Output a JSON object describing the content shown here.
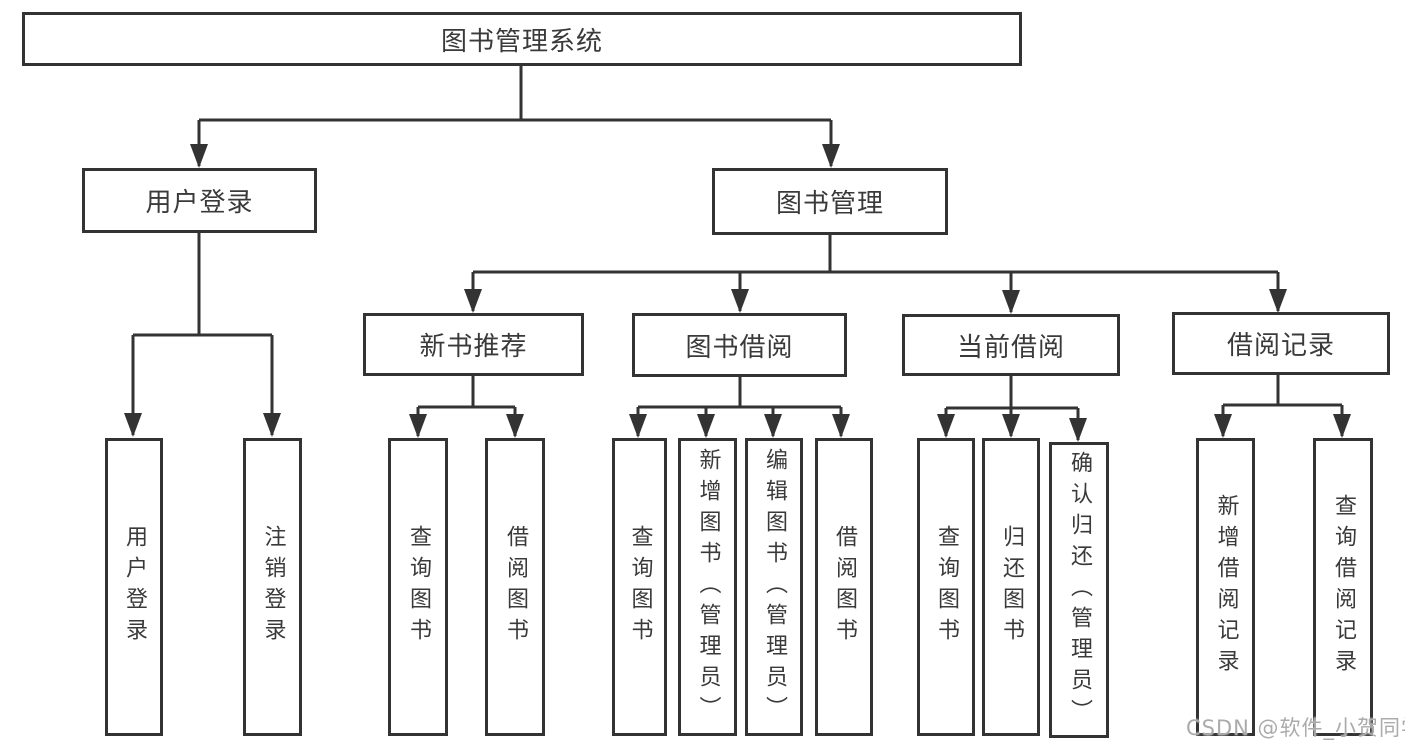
{
  "colors": {
    "line": "#333333",
    "text": "#3a3a3a",
    "background": "#ffffff",
    "watermark": "#ababab"
  },
  "watermark": "CSDN @软件_小贺同学",
  "tree": {
    "label": "图书管理系统",
    "children": [
      {
        "label": "用户登录",
        "children": [
          {
            "label": "用户登录"
          },
          {
            "label": "注销登录"
          }
        ]
      },
      {
        "label": "图书管理",
        "children": [
          {
            "label": "新书推荐",
            "children": [
              {
                "label": "查询图书"
              },
              {
                "label": "借阅图书"
              }
            ]
          },
          {
            "label": "图书借阅",
            "children": [
              {
                "label": "查询图书"
              },
              {
                "label": "新增图书（管理员）"
              },
              {
                "label": "编辑图书（管理员）"
              },
              {
                "label": "借阅图书"
              }
            ]
          },
          {
            "label": "当前借阅",
            "children": [
              {
                "label": "查询图书"
              },
              {
                "label": "归还图书"
              },
              {
                "label": "确认归还（管理员）"
              }
            ]
          },
          {
            "label": "借阅记录",
            "children": [
              {
                "label": "新增借阅记录"
              },
              {
                "label": "查询借阅记录"
              }
            ]
          }
        ]
      }
    ]
  }
}
